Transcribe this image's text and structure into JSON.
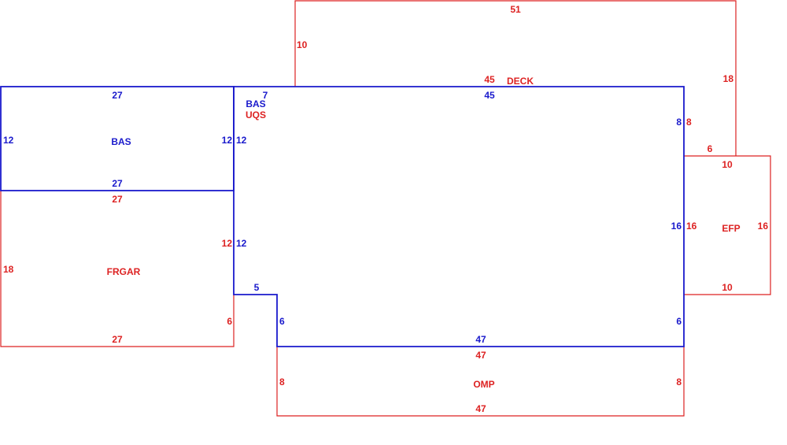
{
  "colors": {
    "red": "#dd2222",
    "blue": "#1a1acc"
  },
  "areas": {
    "deck": {
      "name": "DECK",
      "top": "51",
      "left": "10",
      "right": "18",
      "bottom": "45",
      "step": "6"
    },
    "bas_upper": {
      "name": "BAS",
      "top": "27",
      "left": "12",
      "right": "12",
      "bottom": "27"
    },
    "frgar": {
      "name": "FRGAR",
      "top": "27",
      "left": "18",
      "right": "12",
      "right_lower": "6",
      "bottom": "27"
    },
    "bas_main": {
      "name": "BAS",
      "name2": "UQS",
      "top_left": "7",
      "top": "45",
      "right_upper": "8",
      "right_lower": "16",
      "right_bottom": "6",
      "bottom": "47",
      "left_upper": "12",
      "left_middle": "12",
      "notch_top": "5",
      "notch_left": "6"
    },
    "efp": {
      "name": "EFP",
      "top": "10",
      "left_upper": "8",
      "left": "16",
      "right": "16",
      "bottom": "10"
    },
    "omp": {
      "name": "OMP",
      "top": "47",
      "left": "8",
      "right": "8",
      "bottom": "47"
    }
  }
}
